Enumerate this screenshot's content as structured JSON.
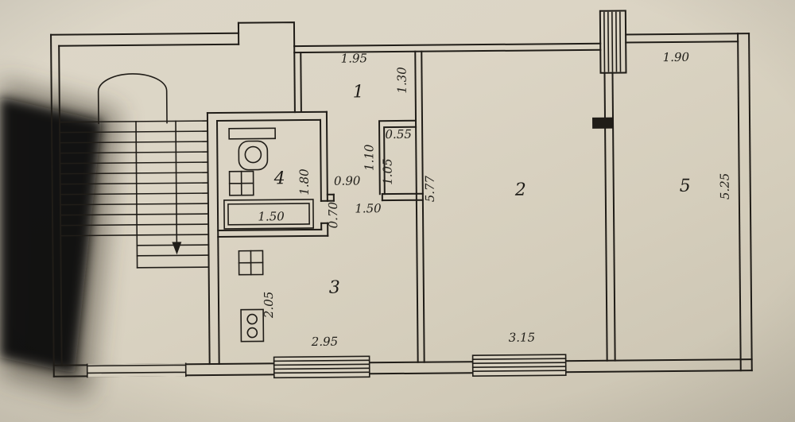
{
  "meta": {
    "document_type": "apartment floor plan (scanned photo)",
    "paper_color": "#d8d1c0",
    "ink_color": "#201d18"
  },
  "rooms": [
    {
      "label": "1"
    },
    {
      "label": "2"
    },
    {
      "label": "3"
    },
    {
      "label": "4"
    },
    {
      "label": "5"
    }
  ],
  "dims": {
    "hall_width": "1.95",
    "hall_depth": "1.30",
    "niche_width": "0.55",
    "niche_outer": "1.10",
    "niche_inner": "1.05",
    "entry_door": "0.90",
    "bath_depth": "1.80",
    "tub_length": "1.50",
    "corridor_door": "1.50",
    "bath_door": "0.70",
    "room2_depth": "5.77",
    "kitchen_side": "2.05",
    "kitchen_window": "2.95",
    "room2_window": "3.15",
    "room5_width": "1.90",
    "room5_depth": "5.25"
  }
}
